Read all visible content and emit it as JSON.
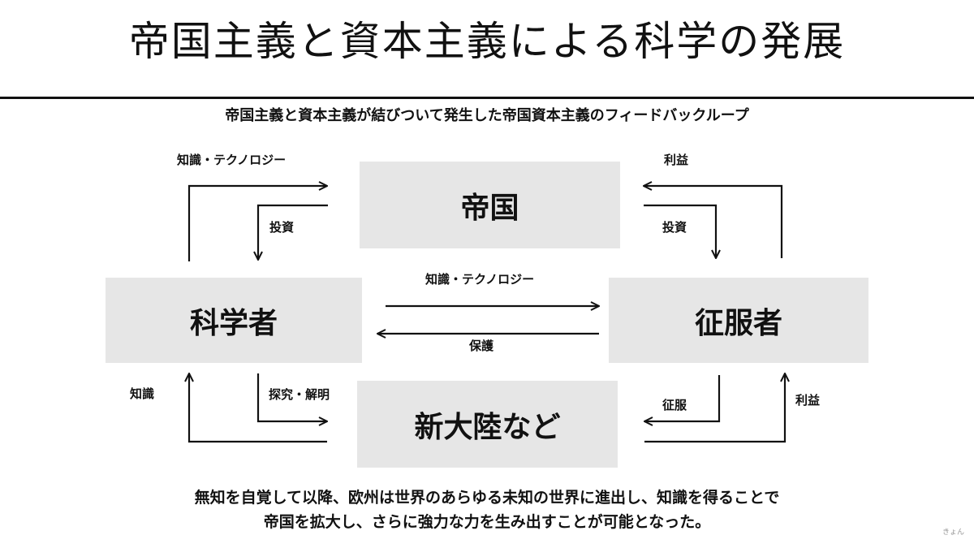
{
  "title": "帝国主義と資本主義による科学の発展",
  "subtitle": "帝国主義と資本主義が結びついて発生した帝国資本主義のフィードバックループ",
  "nodes": {
    "empire": "帝国",
    "scientist": "科学者",
    "conqueror": "征服者",
    "new_world": "新大陸など"
  },
  "edges": {
    "scientist_to_empire": "知識・テクノロジー",
    "empire_to_scientist": "投資",
    "conqueror_to_empire": "利益",
    "empire_to_conqueror": "投資",
    "scientist_to_conqueror": "知識・テクノロジー",
    "conqueror_to_scientist": "保護",
    "newworld_to_scientist": "知識",
    "scientist_to_newworld": "探究・解明",
    "conqueror_to_newworld": "征服",
    "newworld_to_conqueror": "利益"
  },
  "conclusion": [
    "無知を自覚して以降、欧州は世界のあらゆる未知の世界に進出し、知識を得ることで",
    "帝国を拡大し、さらに強力な力を生み出すことが可能となった。"
  ],
  "credit": "きょん"
}
